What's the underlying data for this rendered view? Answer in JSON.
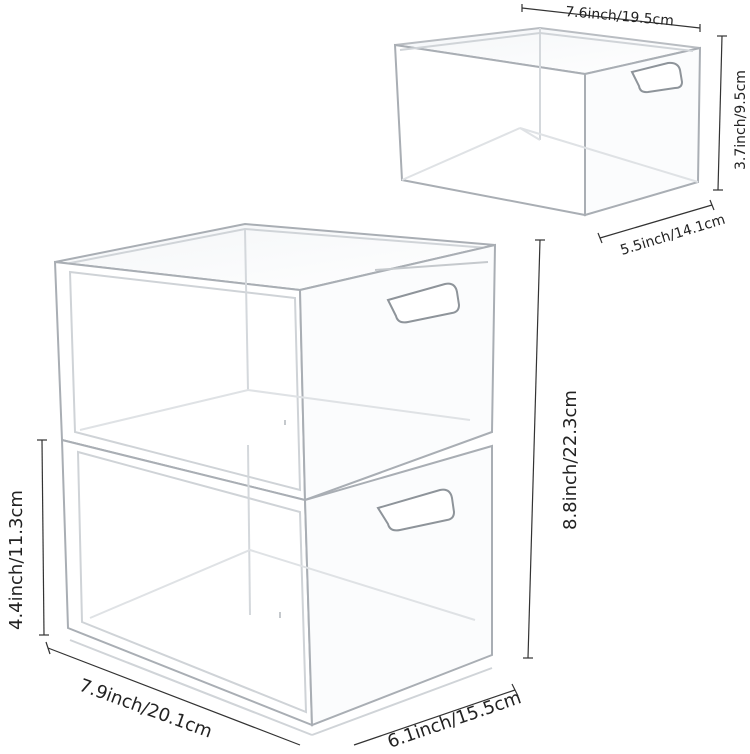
{
  "product": {
    "drawer_stack": {
      "units": 2,
      "dimensions": {
        "depth_label": "7.9inch/20.1cm",
        "width_label": "6.1inch/15.5cm",
        "total_height_label": "8.8inch/22.3cm",
        "unit_height_label": "4.4inch/11.3cm"
      }
    },
    "bin": {
      "dimensions": {
        "width_label": "7.6inch/19.5cm",
        "depth_label": "5.5inch/14.1cm",
        "height_label": "3.7inch/9.5cm"
      }
    }
  },
  "colors": {
    "background": "#ffffff",
    "acrylic_edge": "#b9bdc2",
    "acrylic_dark": "#8e949a",
    "dimension_line": "#333333",
    "label_text": "#222222"
  }
}
